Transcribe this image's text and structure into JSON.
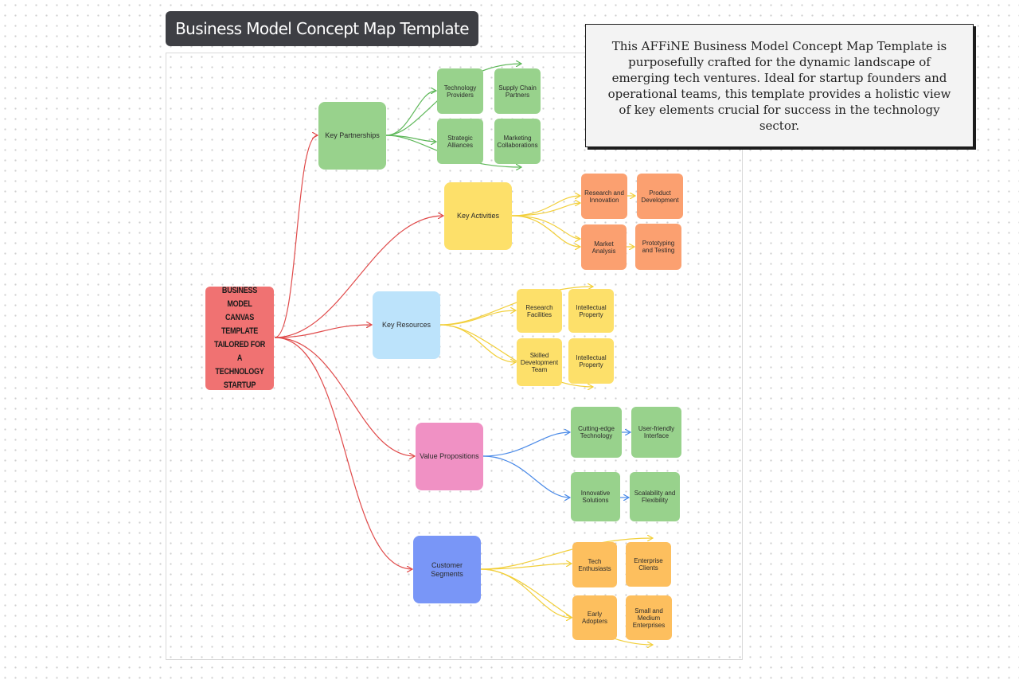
{
  "frame": {
    "title": "Business Model Concept Map Template"
  },
  "note": {
    "text": "This AFFiNE Business Model Concept Map Template is purposefully crafted for the dynamic landscape of emerging tech ventures. Ideal for startup founders and operational teams, this template provides a holistic view of key elements crucial for success in the technology sector."
  },
  "colors": {
    "red": "#f07272",
    "green": "#98d28c",
    "yellow": "#fde06a",
    "blue_light": "#bce3fb",
    "pink": "#f091c4",
    "blue": "#7996f7",
    "orange": "#fba070",
    "amber": "#fdbf5e",
    "link_red": "#e04a4a",
    "link_green": "#5fb85a",
    "link_yellow": "#f2cf3a",
    "link_blue": "#4a8ae8"
  },
  "map": {
    "root": "Business Model Canvas Template Tailored for a Technology Startup",
    "branches": [
      {
        "key": "partnerships",
        "label": "Key Partnerships",
        "children": [
          "Technology Providers",
          "Supply Chain Partners",
          "Strategic Alliances",
          "Marketing Collaborations"
        ]
      },
      {
        "key": "activities",
        "label": "Key Activities",
        "children": [
          "Research and Innovation",
          "Product Development",
          "Market Analysis",
          "Prototyping and Testing"
        ]
      },
      {
        "key": "resources",
        "label": "Key Resources",
        "children": [
          "Research Facilities",
          "Intellectual Property",
          "Skilled Development Team",
          "Intellectual Property"
        ]
      },
      {
        "key": "value",
        "label": "Value Propositions",
        "children": [
          "Cutting-edge Technology",
          "User-friendly Interface",
          "Innovative Solutions",
          "Scalability and Flexibility"
        ]
      },
      {
        "key": "segments",
        "label": "Customer Segments",
        "children": [
          "Tech Enthusiasts",
          "Enterprise Clients",
          "Early Adopters",
          "Small and Medium Enterprises"
        ]
      }
    ]
  }
}
